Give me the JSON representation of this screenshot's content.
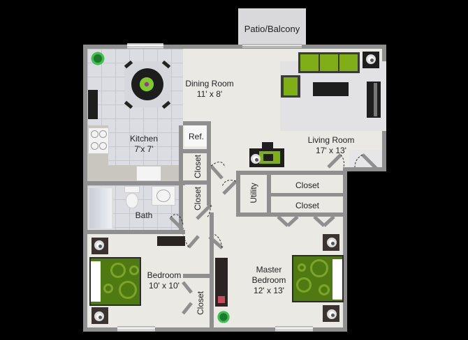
{
  "floorplan": {
    "patio": {
      "label": "Patio/Balcony"
    },
    "rooms": {
      "dining": {
        "name": "Dining Room",
        "size": "11' x 8'"
      },
      "kitchen": {
        "name": "Kitchen",
        "size": "7'x 7'"
      },
      "living": {
        "name": "Living Room",
        "size": "17' x 13'"
      },
      "bath": {
        "name": "Bath"
      },
      "bedroom": {
        "name": "Bedroom",
        "size": "10' x 10'"
      },
      "master": {
        "name": "Master",
        "name2": "Bedroom",
        "size": "12' x 13'"
      }
    },
    "labels": {
      "ref": "Ref.",
      "closet_kitchen": "Closet",
      "closet_bath": "Closet",
      "utility": "Utility",
      "closet_upper": "Closet",
      "closet_lower": "Closet",
      "closet_bedroom": "Closet"
    },
    "colors": {
      "background": "#000000",
      "wall": "#8f8f8f",
      "floor": "#ebe9e4",
      "tile": "#dcdde2",
      "accent_green": "#7da42a",
      "furniture_dark": "#2b2b2b"
    }
  }
}
